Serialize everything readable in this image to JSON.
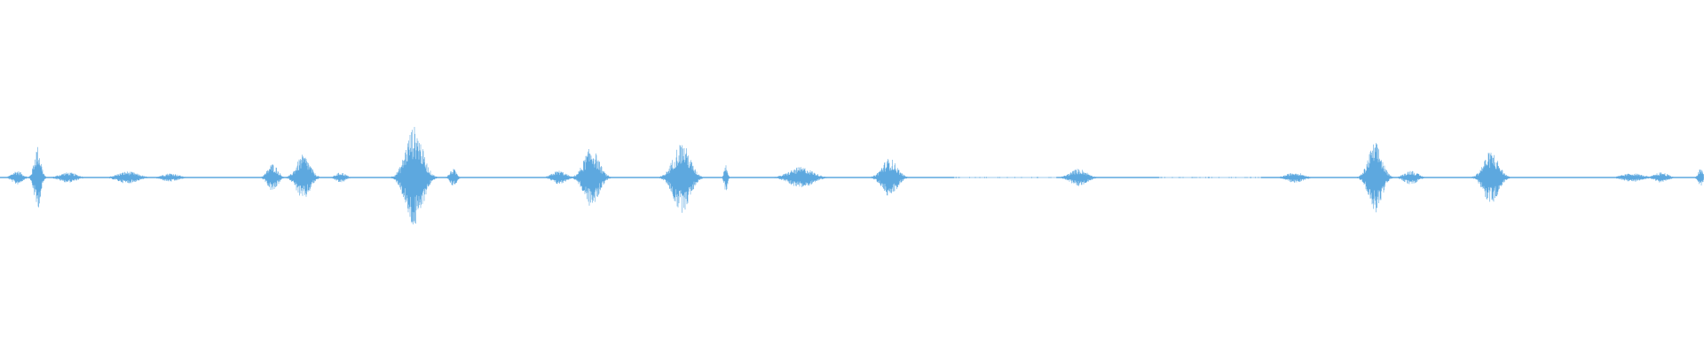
{
  "waveform": {
    "color": "#5da8df",
    "background": "#ffffff",
    "baseline_level": 0.004,
    "bursts": [
      {
        "t": 0.01,
        "amp": 0.04,
        "width": 0.006
      },
      {
        "t": 0.022,
        "amp": 0.18,
        "width": 0.004
      },
      {
        "t": 0.04,
        "amp": 0.03,
        "width": 0.01
      },
      {
        "t": 0.075,
        "amp": 0.035,
        "width": 0.012
      },
      {
        "t": 0.1,
        "amp": 0.025,
        "width": 0.01
      },
      {
        "t": 0.16,
        "amp": 0.08,
        "width": 0.006
      },
      {
        "t": 0.178,
        "amp": 0.13,
        "width": 0.008
      },
      {
        "t": 0.2,
        "amp": 0.03,
        "width": 0.006
      },
      {
        "t": 0.243,
        "amp": 0.29,
        "width": 0.01
      },
      {
        "t": 0.266,
        "amp": 0.05,
        "width": 0.004
      },
      {
        "t": 0.328,
        "amp": 0.04,
        "width": 0.008
      },
      {
        "t": 0.347,
        "amp": 0.17,
        "width": 0.009
      },
      {
        "t": 0.4,
        "amp": 0.2,
        "width": 0.01
      },
      {
        "t": 0.426,
        "amp": 0.08,
        "width": 0.002
      },
      {
        "t": 0.47,
        "amp": 0.06,
        "width": 0.014
      },
      {
        "t": 0.522,
        "amp": 0.11,
        "width": 0.009
      },
      {
        "t": 0.633,
        "amp": 0.05,
        "width": 0.01
      },
      {
        "t": 0.76,
        "amp": 0.03,
        "width": 0.01
      },
      {
        "t": 0.807,
        "amp": 0.2,
        "width": 0.008
      },
      {
        "t": 0.828,
        "amp": 0.04,
        "width": 0.008
      },
      {
        "t": 0.875,
        "amp": 0.15,
        "width": 0.009
      },
      {
        "t": 0.958,
        "amp": 0.025,
        "width": 0.012
      },
      {
        "t": 0.975,
        "amp": 0.03,
        "width": 0.008
      },
      {
        "t": 0.998,
        "amp": 0.05,
        "width": 0.003
      }
    ],
    "gaps": [
      {
        "start": 0.56,
        "end": 0.62
      },
      {
        "start": 0.68,
        "end": 0.74
      }
    ]
  }
}
